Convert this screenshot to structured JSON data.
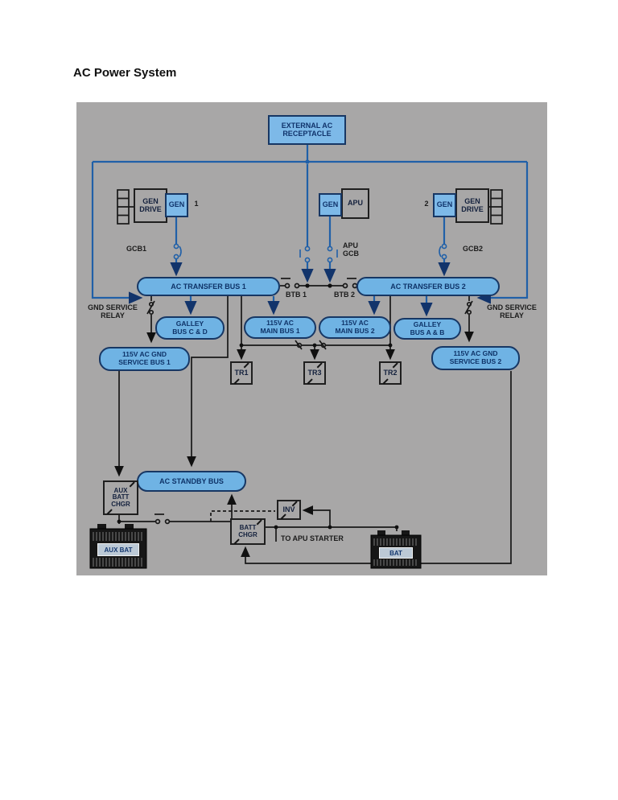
{
  "title": "AC Power System",
  "colors": {
    "panel_bg": "#a8a7a7",
    "component_blue": "#7db9e8",
    "pill_blue": "#6fb3e4",
    "border_navy": "#173764",
    "wire_blue": "#2060a8",
    "wire_black": "#1c1c1c",
    "battery_black": "#161616"
  },
  "d": {
    "receptacle": "EXTERNAL AC\nRECEPTACLE",
    "gen_drive": "GEN\nDRIVE",
    "gen": "GEN",
    "apu": "APU",
    "n1": "1",
    "n2": "2",
    "gcb1": "GCB1",
    "gcb2": "GCB2",
    "apu_gcb": "APU\nGCB",
    "bus_xfer1": "AC TRANSFER BUS 1",
    "bus_xfer2": "AC TRANSFER BUS 2",
    "btb1": "BTB 1",
    "btb2": "BTB 2",
    "relay": "GND SERVICE\nRELAY",
    "galley_cd": "GALLEY\nBUS C & D",
    "main1": "115V AC\nMAIN BUS 1",
    "main2": "115V AC\nMAIN BUS 2",
    "galley_ab": "GALLEY\nBUS A & B",
    "svc1": "115V AC GND\nSERVICE BUS 1",
    "svc2": "115V AC GND\nSERVICE BUS 2",
    "tr1": "TR1",
    "tr2": "TR2",
    "tr3": "TR3",
    "standby": "AC STANDBY BUS",
    "aux_chgr": "AUX\nBATT\nCHGR",
    "batt_chgr": "BATT\nCHGR",
    "inv": "INV",
    "aux_bat": "AUX BAT",
    "bat": "BAT",
    "to_apu": "TO APU STARTER"
  }
}
